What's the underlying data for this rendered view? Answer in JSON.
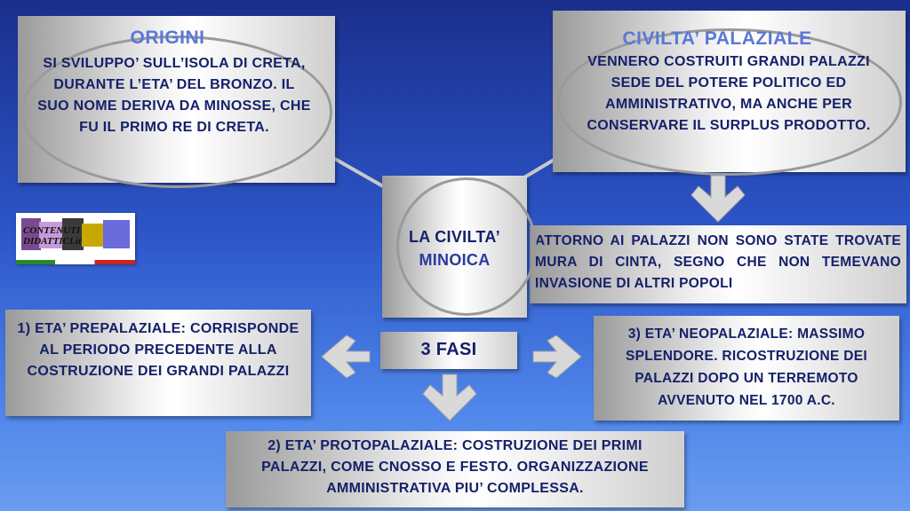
{
  "origins": {
    "title": "ORIGINI",
    "text": "SI SVILUPPO’ SULL’ISOLA DI CRETA, DURANTE L’ETA’ DEL BRONZO. IL SUO NOME DERIVA DA MINOSSE, CHE FU IL PRIMO RE DI CRETA."
  },
  "palatial": {
    "title": "CIVILTA’ PALAZIALE",
    "text": "VENNERO COSTRUITI GRANDI PALAZZI SEDE DEL POTERE POLITICO ED AMMINISTRATIVO, MA ANCHE PER CONSERVARE IL SURPLUS PRODOTTO."
  },
  "walls": {
    "text": "ATTORNO AI PALAZZI NON SONO STATE TROVATE MURA DI CINTA, SEGNO CHE NON TEMEVANO INVASIONE DI ALTRI POPOLI"
  },
  "center": {
    "line1": "LA CIVILTA’",
    "line2": "MINOICA"
  },
  "phases": {
    "label": "3 FASI",
    "p1": "1) ETA’ PREPALAZIALE: CORRISPONDE AL PERIODO PRECEDENTE ALLA COSTRUZIONE DEI GRANDI PALAZZI",
    "p2": "2) ETA’ PROTOPALAZIALE: COSTRUZIONE DEI PRIMI PALAZZI, COME CNOSSO E FESTO. ORGANIZZAZIONE AMMINISTRATIVA PIU’ COMPLESSA.",
    "p3": "3) ETA’ NEOPALAZIALE: MASSIMO SPLENDORE. RICOSTRUZIONE DEI PALAZZI DOPO UN TERREMOTO AVVENUTO NEL 1700 a.C."
  },
  "logo": {
    "text": "CONTENUTI DIDATTICI.it"
  }
}
